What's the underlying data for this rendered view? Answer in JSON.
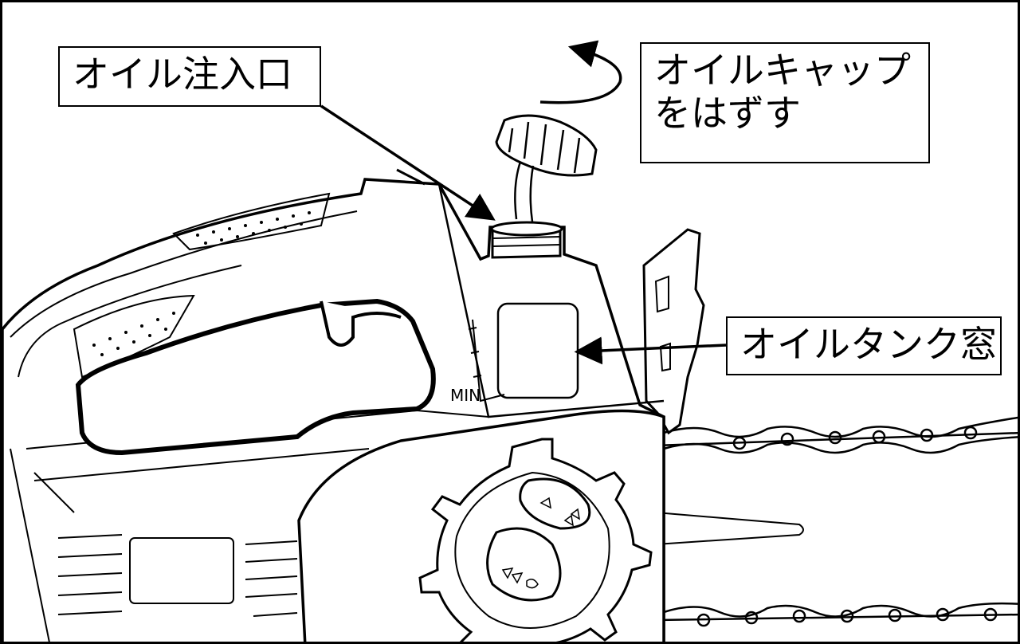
{
  "labels": {
    "oil_inlet": "オイル注入口",
    "oil_cap_line1": "オイルキャップ",
    "oil_cap_line2": "をはずす",
    "oil_tank_window": "オイルタンク窓",
    "min_mark": "MIN"
  },
  "colors": {
    "line": "#000000",
    "background": "#ffffff"
  },
  "icons": [
    "rotate-arrow-icon",
    "pointer-arrow-icon",
    "oil-cap-icon",
    "chain-icon",
    "tension-knob-icon"
  ]
}
